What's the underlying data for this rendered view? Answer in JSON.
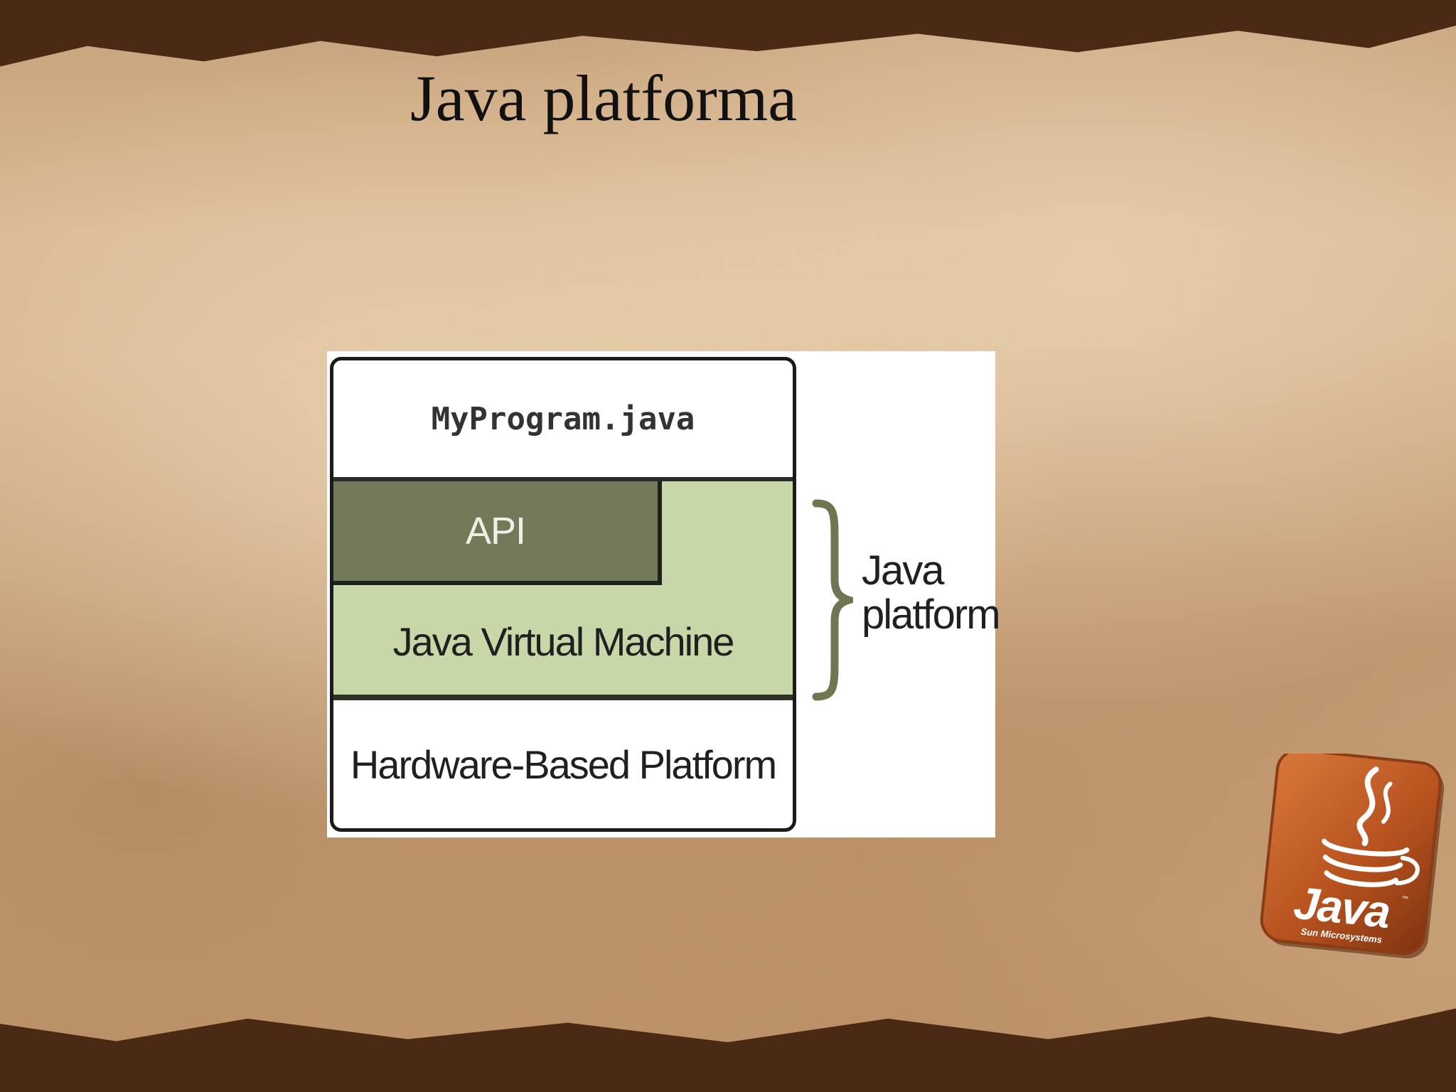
{
  "slide": {
    "title": "Java platforma"
  },
  "diagram": {
    "program_label": "MyProgram.java",
    "api_label": "API",
    "jvm_label": "Java Virtual Machine",
    "hardware_label": "Hardware-Based Platform",
    "bracket_label_line1": "Java",
    "bracket_label_line2": "platform",
    "colors": {
      "api_fill": "#737a5a",
      "jvm_fill": "#c7d7a7",
      "bracket": "#6f7752"
    }
  },
  "logo": {
    "wordmark": "Java",
    "trademark": "™",
    "company": "Sun Microsystems",
    "icon": "coffee-cup-icon",
    "colors": {
      "badge": "#b8531f",
      "text": "#ffffff"
    }
  }
}
